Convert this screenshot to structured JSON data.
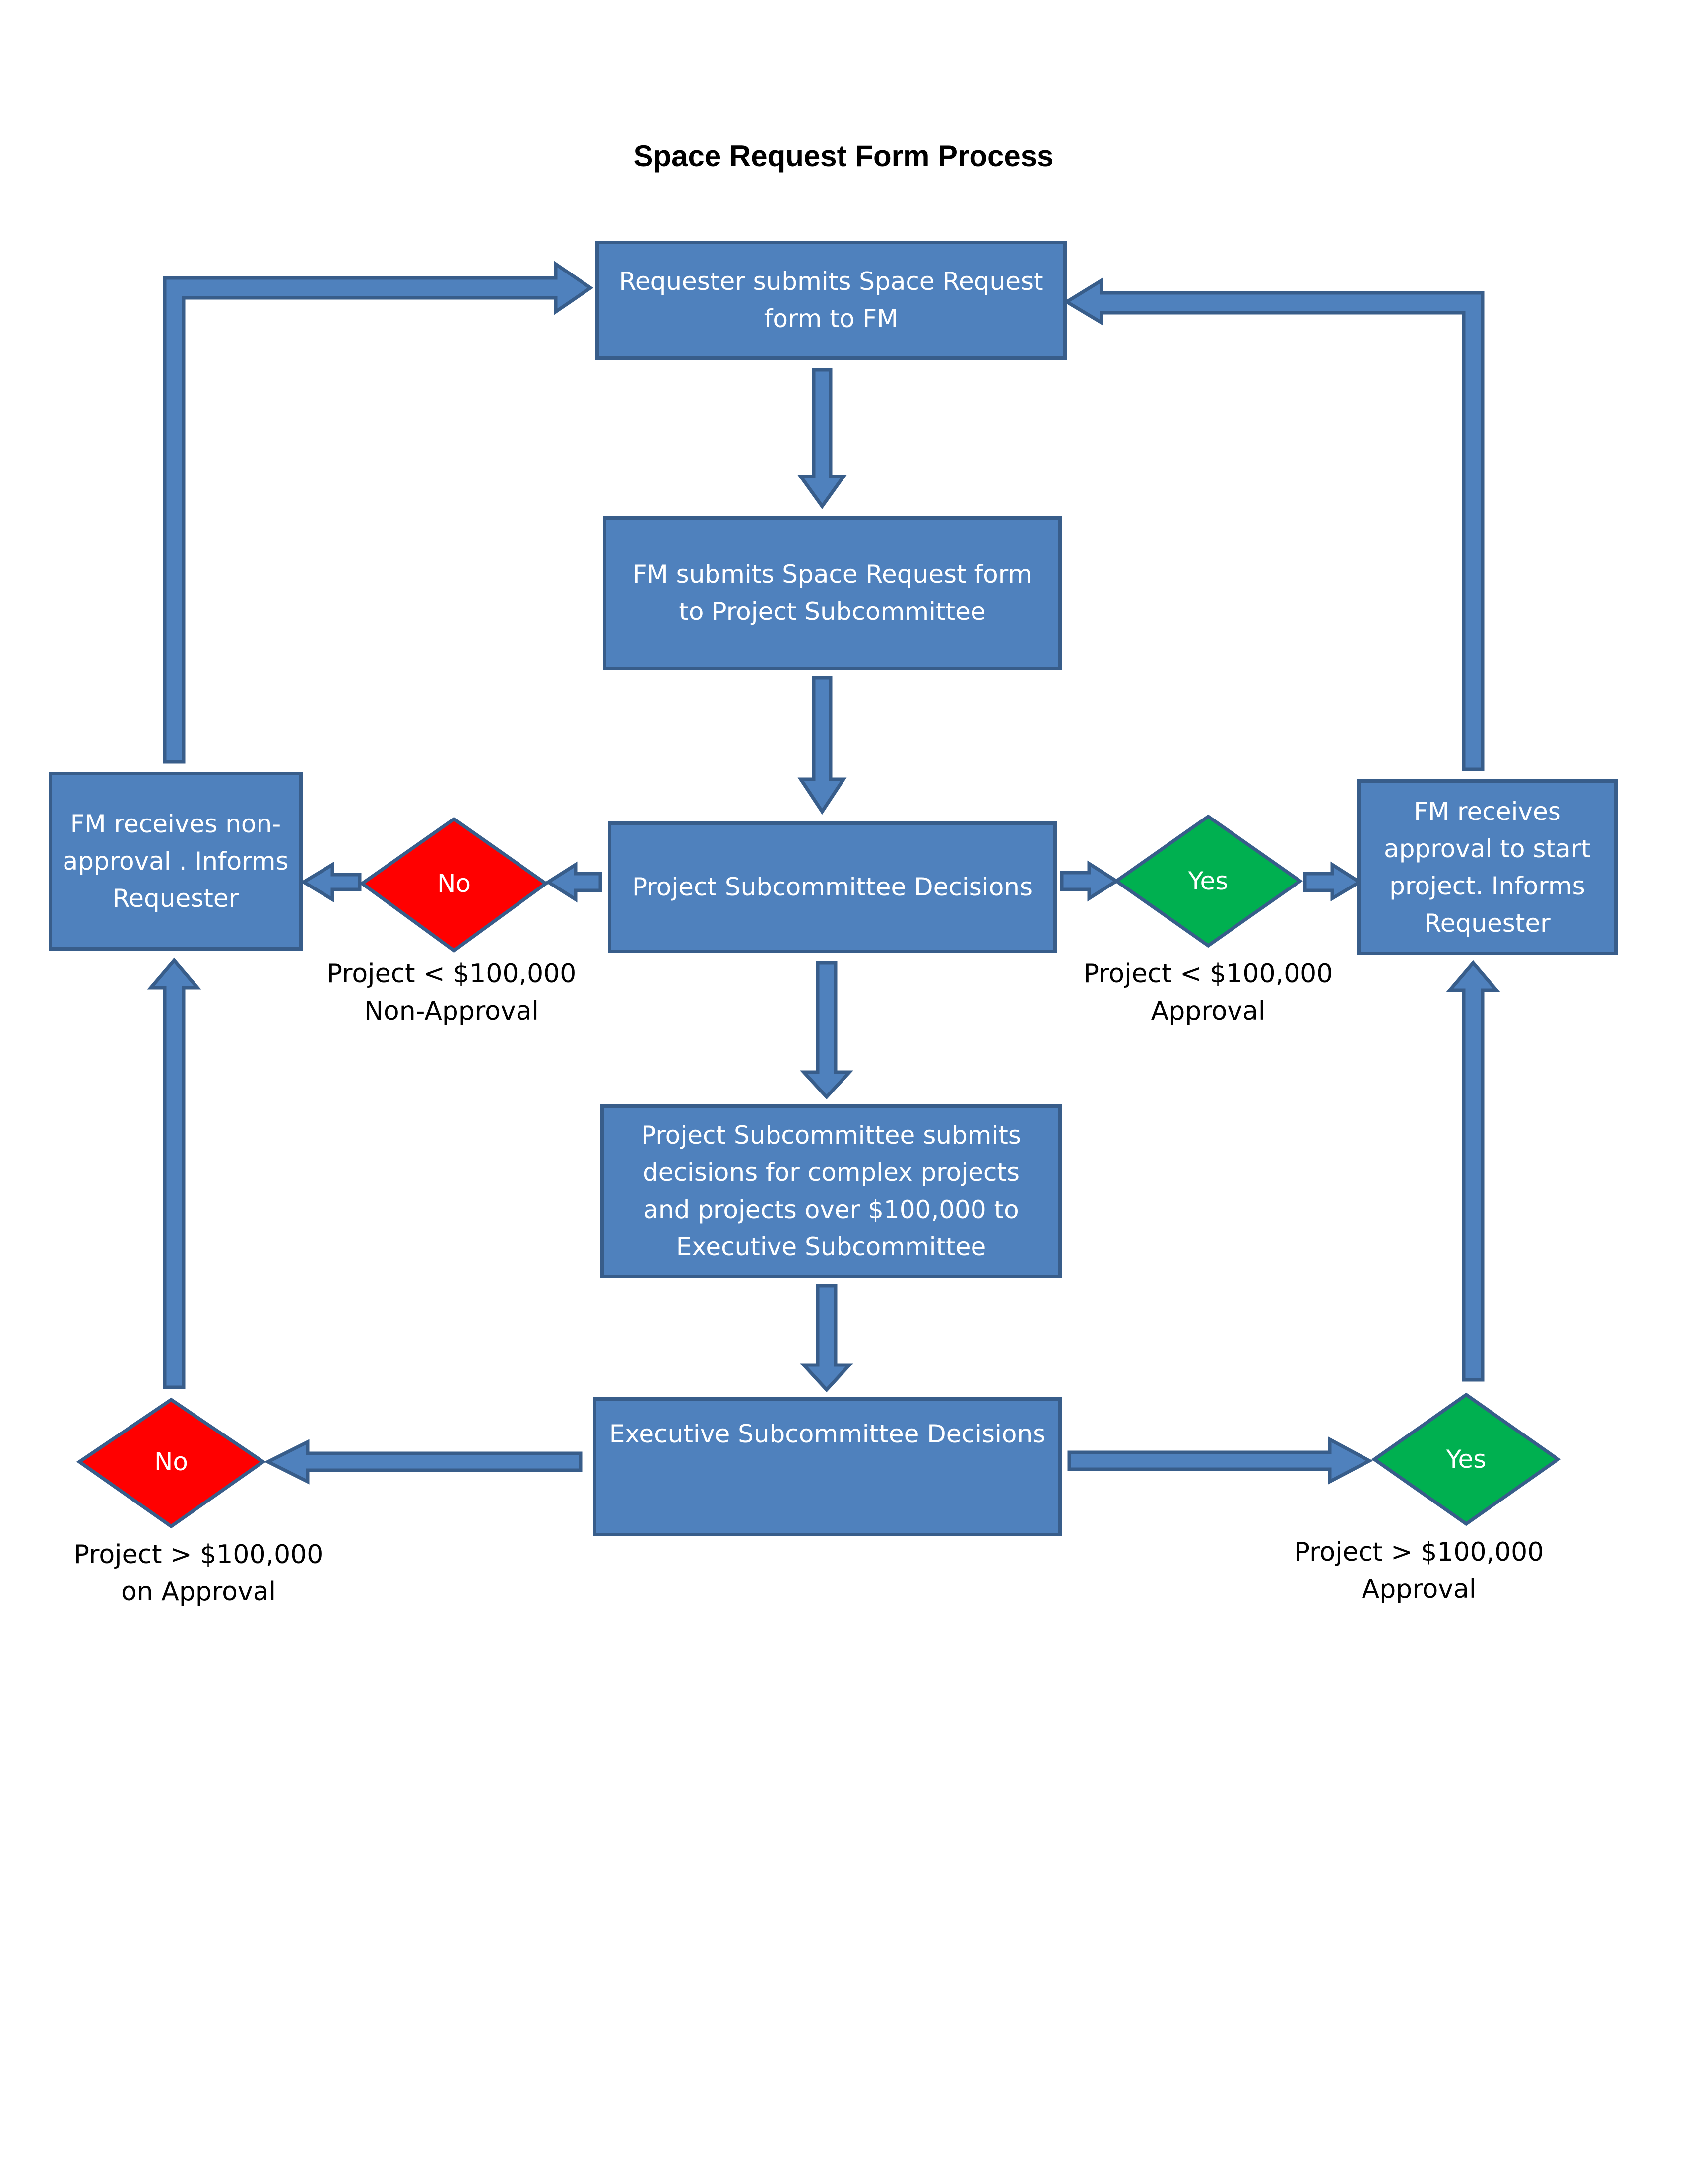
{
  "title": "Space Request Form Process",
  "boxes": {
    "requester_submits": "Requester submits Space Request form to FM",
    "fm_submits": "FM submits Space Request form to Project Subcommittee",
    "project_decisions": "Project Subcommittee Decisions",
    "project_submits_exec": "Project Subcommittee submits decisions for complex projects and projects over $100,000 to Executive Subcommittee",
    "exec_decisions": "Executive Subcommittee Decisions",
    "fm_non_approval": "FM receives non-approval . Informs Requester",
    "fm_approval": "FM receives approval to start project. Informs Requester"
  },
  "diamonds": {
    "upper_no": "No",
    "upper_yes": "Yes",
    "lower_no": "No",
    "lower_yes": "Yes"
  },
  "captions": {
    "upper_no": {
      "line1": "Project < $100,000",
      "line2": "Non-Approval"
    },
    "upper_yes": {
      "line1": "Project < $100,000",
      "line2": "Approval"
    },
    "lower_no": {
      "line1": "Project > $100,000",
      "line2": "on Approval"
    },
    "lower_yes": {
      "line1": "Project > $100,000",
      "line2": "Approval"
    }
  },
  "colors": {
    "box_fill": "#4f81bd",
    "box_border": "#385d8a",
    "no_fill": "#ff0000",
    "yes_fill": "#00b050"
  }
}
